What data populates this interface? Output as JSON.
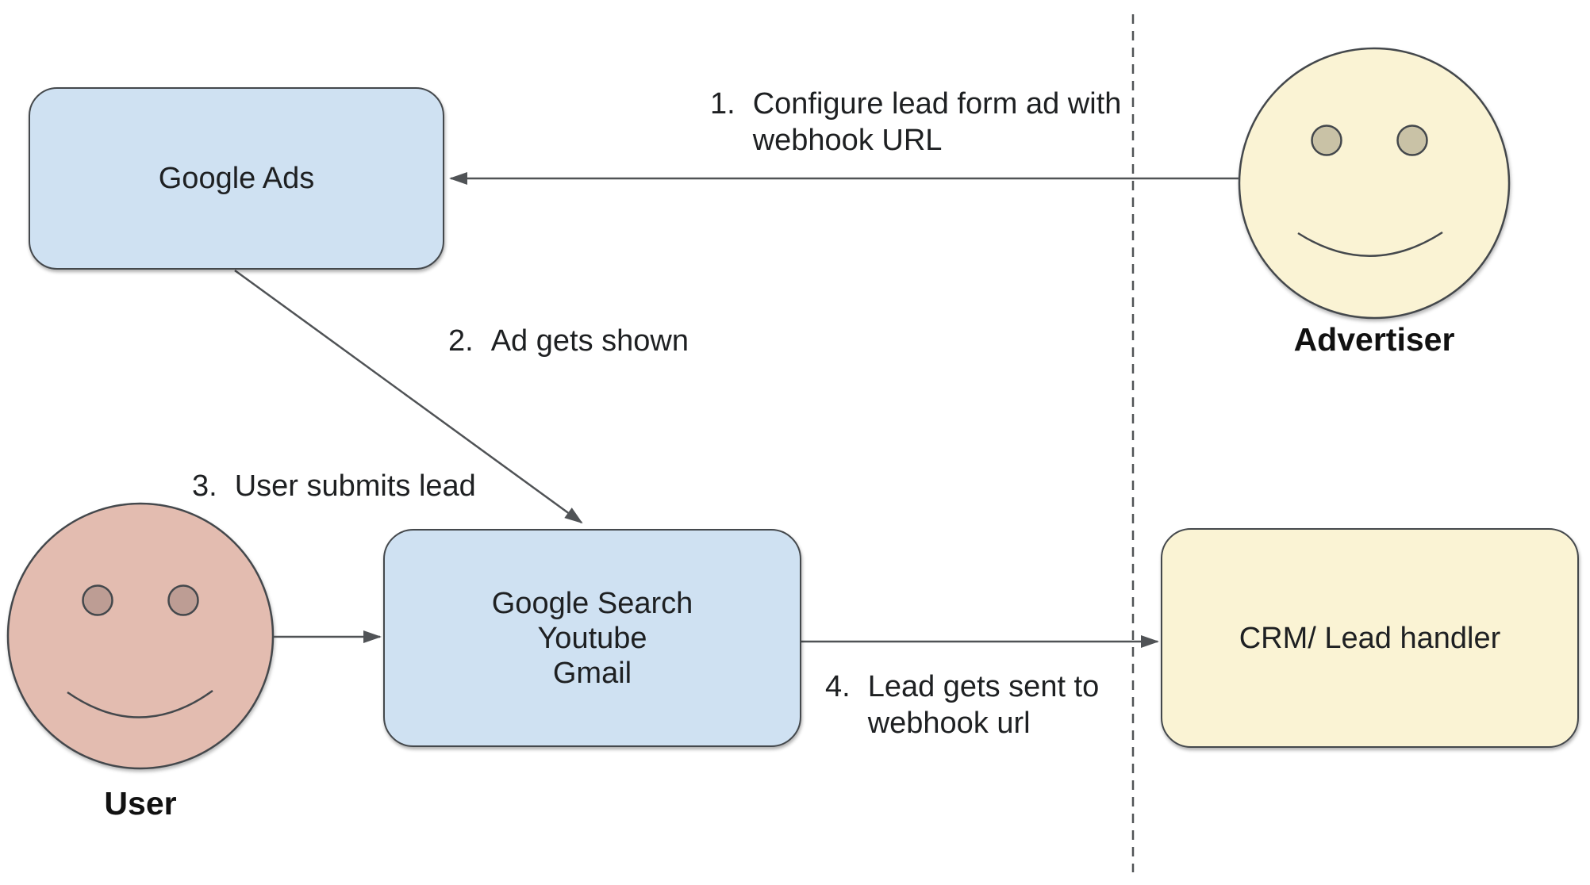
{
  "colors": {
    "box_blue": "#cfe1f2",
    "box_cream": "#faf3d4",
    "face_pink": "#e3bcb0",
    "eye_pink": "#bd9d94",
    "eye_cream": "#c9c2a6",
    "shape_border": "#44484c",
    "line": "#505356",
    "text": "#1e2022",
    "background": "#ffffff"
  },
  "nodes": {
    "google_ads": {
      "label": "Google Ads"
    },
    "google_surfaces": {
      "line1": "Google Search",
      "line2": "Youtube",
      "line3": "Gmail"
    },
    "crm": {
      "label": "CRM/ Lead handler"
    },
    "user": {
      "label": "User"
    },
    "advertiser": {
      "label": "Advertiser"
    }
  },
  "steps": {
    "step1": {
      "num": "1.",
      "line1": "Configure lead form ad with",
      "line2": "webhook URL"
    },
    "step2": {
      "num": "2.",
      "text": "Ad gets shown"
    },
    "step3": {
      "num": "3.",
      "text": "User submits lead"
    },
    "step4": {
      "num": "4.",
      "line1": "Lead gets sent to",
      "line2": "webhook url"
    }
  }
}
